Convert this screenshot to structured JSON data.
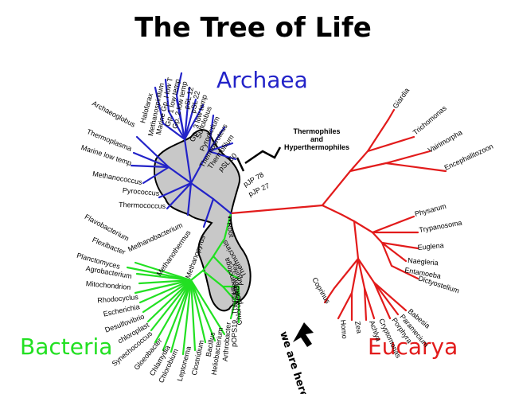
{
  "title": "The Tree of Life",
  "colors": {
    "archaea": "#2323c8",
    "bacteria": "#22e022",
    "eucarya": "#e21b1b",
    "shade": "#c8c8c8"
  },
  "domains": {
    "archaea": "Archaea",
    "bacteria": "Bacteria",
    "eucarya": "Eucarya"
  },
  "annotations": {
    "thermo_line1": "Thermophiles",
    "thermo_line2": "and",
    "thermo_line3": "Hyperthermophiles",
    "root": "Root",
    "we_are_here": "we are here"
  },
  "archaea_leaves": [
    "Halofarax",
    "Methanospirillum",
    "Marine Gp. I low T",
    "Gp. 1 low temp",
    "Gp. 2 low temp",
    "pSL 12",
    "pSL 22",
    "Gp. 3 low temp",
    "Sulfolobus",
    "Pyrodictium",
    "Thermoproteus",
    "Thermofilum",
    "pSL 50",
    "pJP 78",
    "pJP 27",
    "Archaeoglobus",
    "Thermoplasma",
    "Marine low temp",
    "Methanococcus",
    "Pyrococcus",
    "Thermococcus",
    "Methanobacterium",
    "Methanothermus",
    "Methanopyrus"
  ],
  "bacteria_leaves": [
    "Flavobacterium",
    "Flexibacter",
    "Planctomyces",
    "Agrobacterium",
    "Mitochondrion",
    "Rhodocyclus",
    "Escherichia",
    "Desulfovibrio",
    "chloroplast",
    "Synechococcus",
    "Gloeobacter",
    "Chlamydia",
    "Chlorobium",
    "Leptonema",
    "Clostridium",
    "Bacillus",
    "Heliobacterium",
    "Arthrobacter",
    "pOPS19",
    "Chloroflexus",
    "Thermus",
    "pOPS66",
    "Thermotoga",
    "Aquifex",
    "Thermocrinis"
  ],
  "eucarya_leaves": [
    "Giardia",
    "Trichomonas",
    "Vairimorpha",
    "Encephalitozoon",
    "Physarum",
    "Trypanosoma",
    "Euglena",
    "Naegleria",
    "Entamoeba",
    "Dictyostelium",
    "Babesia",
    "Paramecium",
    "Porphyra",
    "Cryptomonas",
    "Achlya",
    "Zea",
    "Homo",
    "Coprinus"
  ]
}
